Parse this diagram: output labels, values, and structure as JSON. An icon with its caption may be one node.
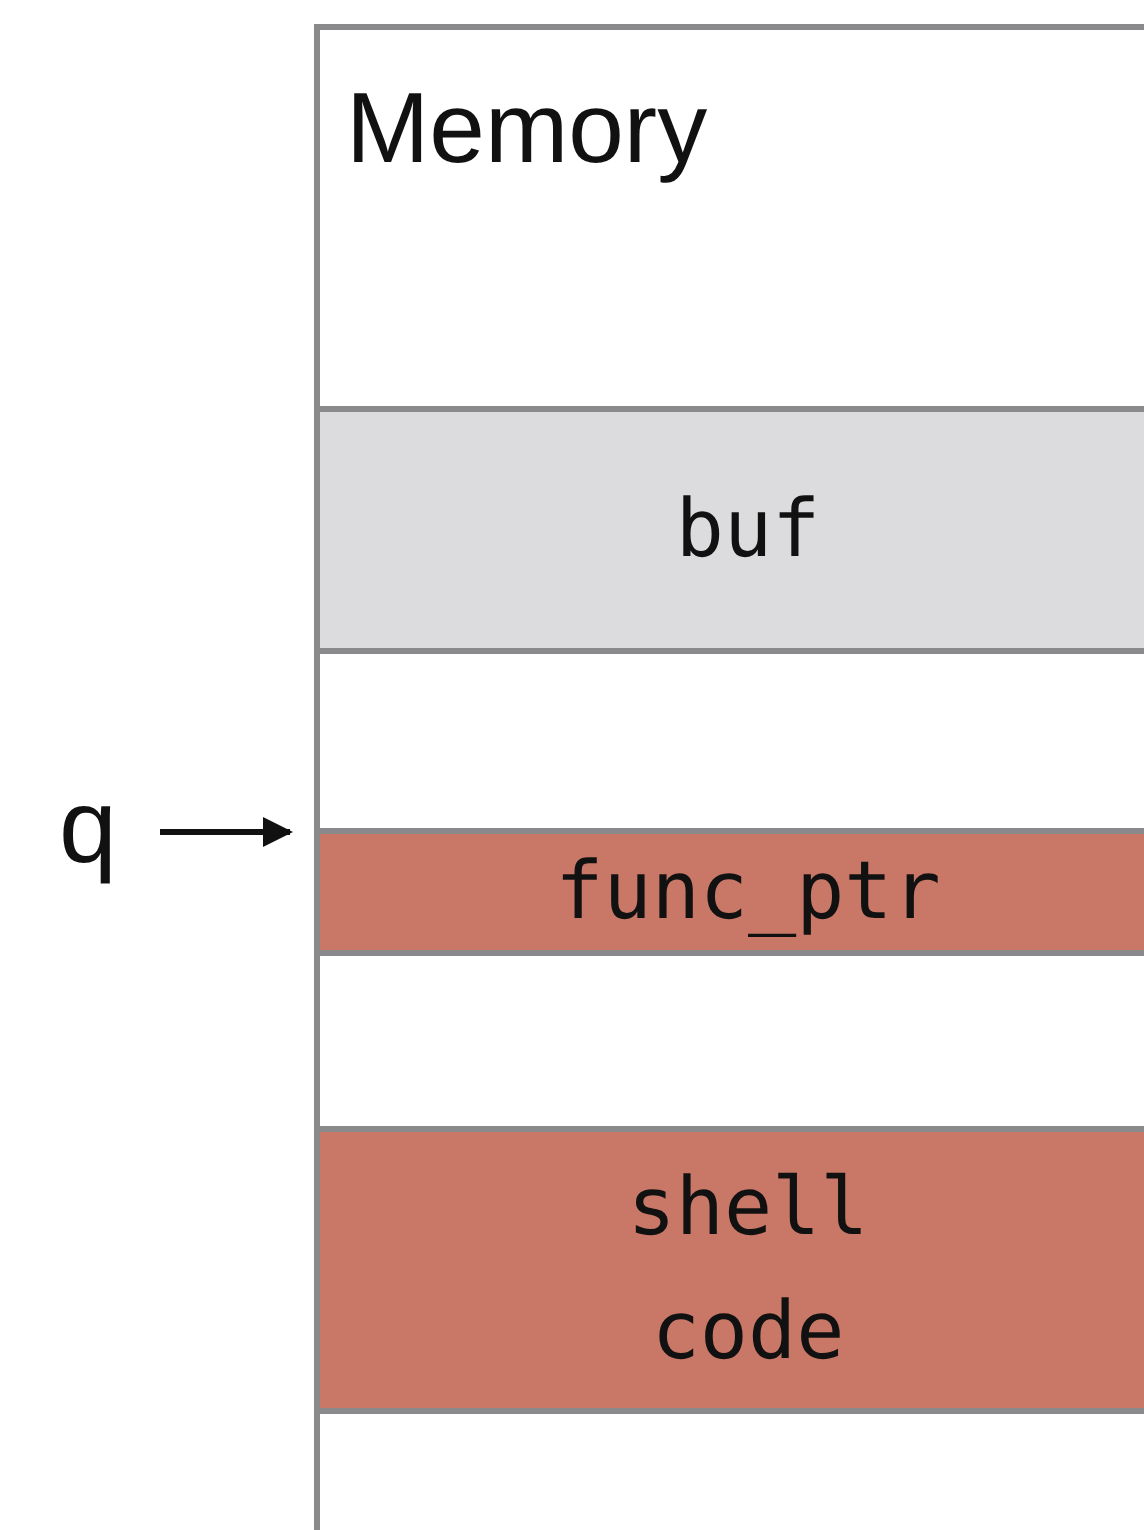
{
  "diagram": {
    "nodes": [
      {
        "text": [
          "Memory"
        ]
      },
      {
        "text": [
          "buf"
        ],
        "in": 0
      },
      {
        "text": [
          "func_ptr"
        ],
        "in": 0
      },
      {
        "text": [
          "shell code"
        ],
        "in": 0
      },
      {
        "text": [
          "q"
        ]
      }
    ],
    "edges": [
      {
        "from": 4,
        "to": 2,
        "arrow": "to"
      }
    ]
  }
}
